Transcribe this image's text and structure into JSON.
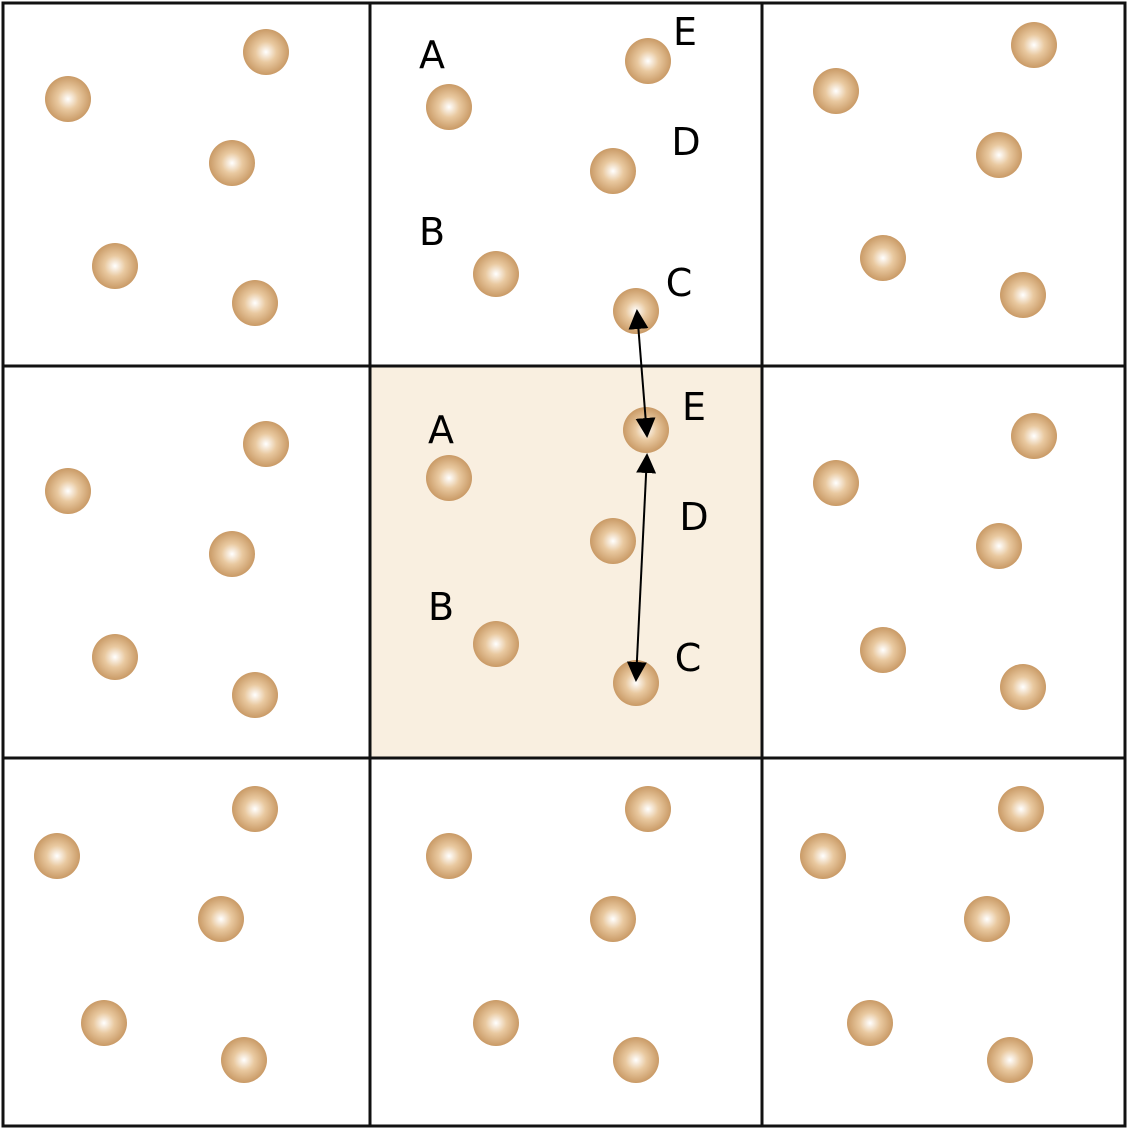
{
  "colors": {
    "background": "#ffffff",
    "grid_line": "#111111",
    "central_cell_fill": "#f9efe0",
    "particle_core": "#ffffff",
    "particle_mid": "#e9c9a0",
    "particle_edge": "#c99a66",
    "label": "#000000",
    "arrow": "#000000"
  },
  "central_cell": {
    "row": 1,
    "col": 1
  },
  "labeled_cells": [
    {
      "row": 0,
      "col": 1,
      "labels": [
        "A",
        "B",
        "C",
        "D",
        "E"
      ]
    },
    {
      "row": 1,
      "col": 1,
      "labels": [
        "A",
        "B",
        "C",
        "D",
        "E"
      ]
    }
  ],
  "arrows": [
    {
      "from": "top-image C",
      "to": "central E",
      "heads": "both"
    },
    {
      "from": "central E",
      "to": "central C",
      "heads": "both"
    }
  ]
}
